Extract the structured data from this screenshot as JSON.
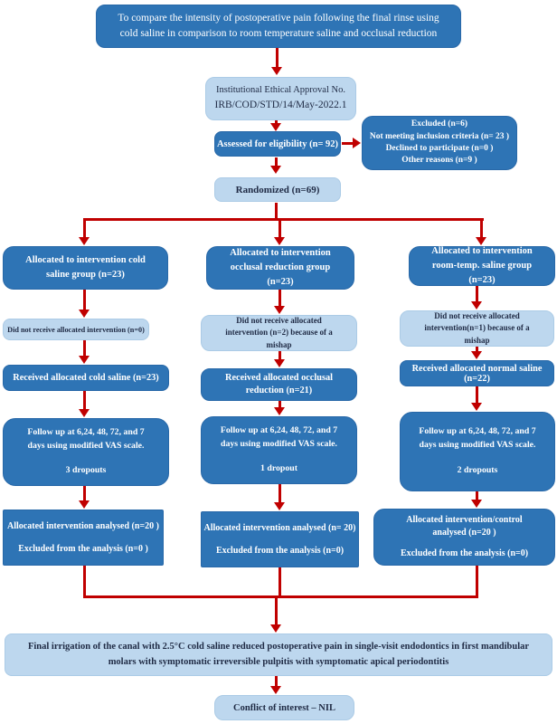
{
  "colors": {
    "dark_box": "#2e74b5",
    "light_box": "#bdd7ee",
    "arrow": "#c00000",
    "dark_text": "#1f2a44",
    "light_text": "#ffffff"
  },
  "title": {
    "text": "To compare the intensity of postoperative pain following the final rinse using cold saline in comparison to room temperature saline and occlusal reduction"
  },
  "ethics": {
    "line1": "Institutional Ethical Approval No.",
    "line2": "IRB/COD/STD/14/May-2022.1"
  },
  "eligibility": {
    "text": "Assessed for eligibility (n= 92)"
  },
  "excluded": {
    "lines": [
      "Excluded (n=6)",
      "Not meeting inclusion criteria (n= 23 )",
      "Declined to participate (n=0 )",
      "Other reasons (n=9 )"
    ]
  },
  "randomized": {
    "text": "Randomized (n=69)"
  },
  "columns": [
    {
      "allocated": "Allocated to intervention cold saline group (n=23)",
      "not_received": "Did not receive allocated intervention (n=0)",
      "received": "Received allocated cold saline (n=23)",
      "followup": "Follow up at 6,24, 48, 72, and 7 days using modified VAS scale.",
      "dropouts": "3 dropouts",
      "analysed": "Allocated intervention analysed (n=20 )",
      "excluded_analysis": "Excluded from the analysis (n=0 )"
    },
    {
      "allocated": "Allocated to intervention occlusal reduction group (n=23)",
      "not_received": "Did not receive allocated intervention (n=2) because of a mishap",
      "received": "Received allocated occlusal reduction (n=21)",
      "followup": "Follow up at 6,24, 48, 72, and 7 days using modified VAS scale.",
      "dropouts": "1 dropout",
      "analysed": "Allocated intervention analysed (n= 20)",
      "excluded_analysis": "Excluded from the analysis (n=0)"
    },
    {
      "allocated": "Allocated to intervention room-temp. saline group (n=23)",
      "not_received": "Did not receive allocated intervention(n=1) because of a mishap",
      "received": "Received allocated normal saline (n=22)",
      "followup": "Follow up at 6,24, 48, 72, and 7 days using modified VAS scale.",
      "dropouts": "2 dropouts",
      "analysed": "Allocated intervention/control analysed (n=20 )",
      "excluded_analysis": "Excluded from the analysis (n=0)"
    }
  ],
  "conclusion": {
    "text": "Final irrigation of the canal with 2.5°C cold saline reduced postoperative pain in single-visit endodontics in first mandibular molars with symptomatic irreversible pulpitis with symptomatic apical periodontitis"
  },
  "conflict": {
    "text": "Conflict of interest – NIL"
  }
}
